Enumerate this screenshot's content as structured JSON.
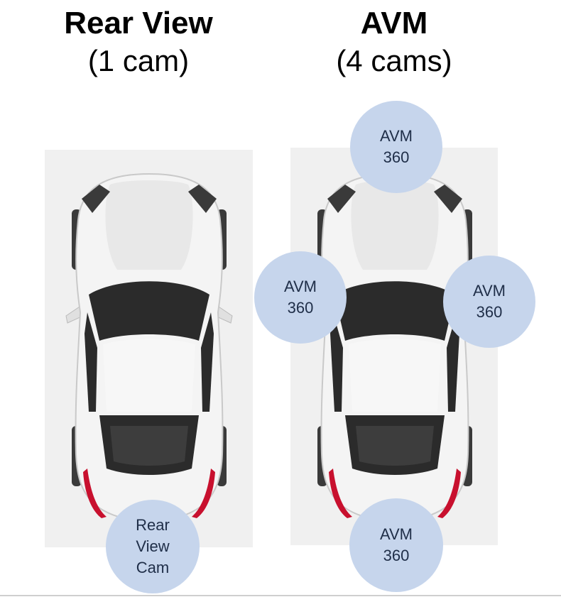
{
  "left": {
    "title": "Rear View",
    "subtitle": "(1 cam)",
    "cameras": [
      {
        "label": "Rear\nView\nCam"
      }
    ]
  },
  "right": {
    "title": "AVM",
    "subtitle": "(4 cams)",
    "cameras": [
      {
        "label": "AVM\n360"
      },
      {
        "label": "AVM\n360"
      },
      {
        "label": "AVM\n360"
      },
      {
        "label": "AVM\n360"
      }
    ]
  },
  "colors": {
    "camera_fill": "#c6d5ec",
    "camera_text": "#1f2e48",
    "car_body": "#f2f2f2",
    "car_glass": "#2b2b2b",
    "tail_light": "#c8102e",
    "panel": "#f0f0f0"
  }
}
